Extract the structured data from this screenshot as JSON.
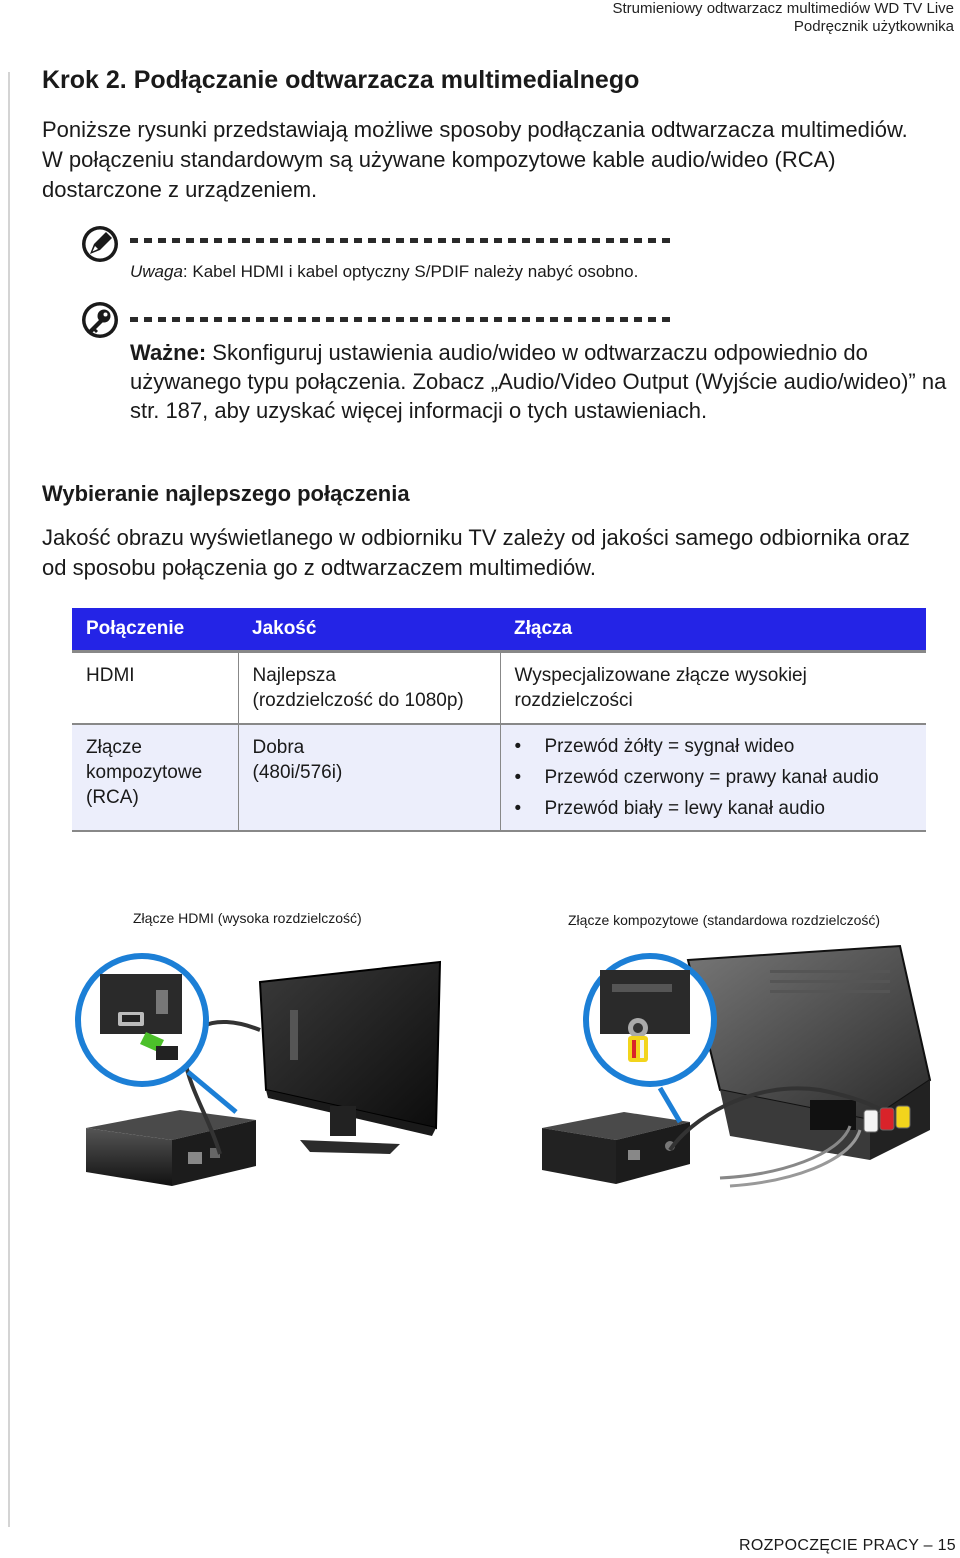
{
  "header": {
    "line1": "Strumieniowy odtwarzacz multimediów WD TV Live",
    "line2": "Podręcznik użytkownika"
  },
  "section": {
    "title": "Krok 2. Podłączanie odtwarzacza multimedialnego",
    "intro": "Poniższe rysunki przedstawiają możliwe sposoby podłączania odtwarzacza multimediów. W połączeniu standardowym są używane kompozytowe kable audio/wideo (RCA) dostarczone z urządzeniem."
  },
  "note": {
    "label": "Uwaga",
    "text": ": Kabel HDMI i kabel optyczny S/PDIF należy nabyć osobno.",
    "icon": "pen-note-icon"
  },
  "important": {
    "label": "Ważne:",
    "text": " Skonfiguruj ustawienia audio/wideo w odtwarzaczu odpowiednio do używanego typu połączenia. Zobacz „Audio/Video Output (Wyjście audio/wideo)” na str. 187, aby uzyskać więcej informacji o tych ustawieniach.",
    "icon": "key-important-icon"
  },
  "subsection": {
    "title": "Wybieranie najlepszego połączenia",
    "text": "Jakość obrazu wyświetlanego w odbiorniku TV zależy od jakości samego odbiornika oraz od sposobu połączenia go z odtwarzaczem multimediów."
  },
  "table": {
    "headers": [
      "Połączenie",
      "Jakość",
      "Złącza"
    ],
    "rows": [
      {
        "connection": "HDMI",
        "quality_line1": "Najlepsza",
        "quality_line2": "(rozdzielczość do 1080p)",
        "connector": "Wyspecjalizowane złącze wysokiej rozdzielczości"
      },
      {
        "connection_line1": "Złącze",
        "connection_line2": "kompozytowe",
        "connection_line3": "(RCA)",
        "quality_line1": "Dobra",
        "quality_line2": "(480i/576i)",
        "bullets": [
          "Przewód żółty = sygnał wideo",
          "Przewód czerwony = prawy kanał audio",
          "Przewód biały = lewy kanał audio"
        ]
      }
    ]
  },
  "figures": {
    "hdmi_caption": "Złącze HDMI (wysoka rozdzielczość)",
    "composite_caption": "Złącze kompozytowe (standardowa rozdzielczość)"
  },
  "footer": {
    "text": "ROZPOCZĘCIE PRACY – 15"
  },
  "colors": {
    "table_header": "#2424e6",
    "row_alt": "#eceefb",
    "zoom_circle": "#1c7fd6",
    "hdmi_plug": "#4cc02a",
    "rca_yellow": "#f2d41c",
    "rca_red": "#d9232a",
    "rca_white": "#f4f4f4"
  }
}
